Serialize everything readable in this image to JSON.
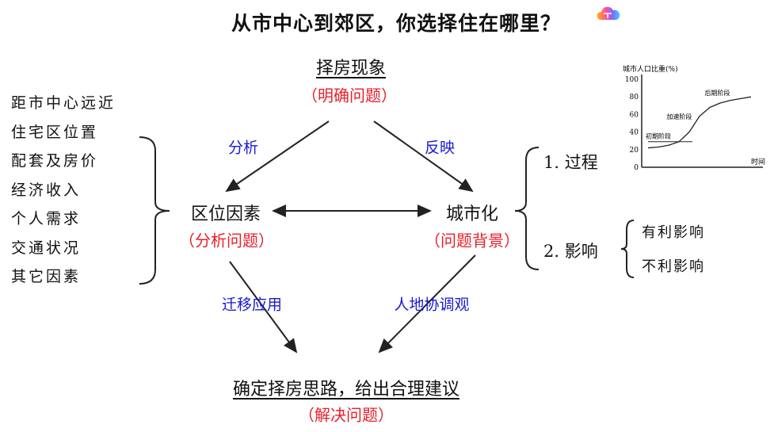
{
  "title": "从市中心到郊区，你选择住在哪里？",
  "top_node": {
    "label": "择房现象",
    "sub": "（明确问题）"
  },
  "left_node": {
    "label": "区位因素",
    "sub": "（分析问题）"
  },
  "right_node": {
    "label": "城市化",
    "sub": "（问题背景）"
  },
  "bottom_node": {
    "label": "确定择房思路，给出合理建议",
    "sub": "（解决问题）"
  },
  "edges": {
    "analyze": "分析",
    "reflect": "反映",
    "transfer": "迁移应用",
    "harmony": "人地协调观"
  },
  "factors": [
    "距市中心远近",
    "住宅区位置",
    "配套及房价",
    "经济收入",
    "个人需求",
    "交通状况",
    "其它因素"
  ],
  "urbanization": {
    "process": "1. 过程",
    "impact": "2. 影响",
    "impacts": [
      "有利影响",
      "不利影响"
    ]
  },
  "colors": {
    "red": "#e8202a",
    "blue": "#1a1ad0"
  },
  "chart_data": {
    "type": "line",
    "title": "城市人口比重(%)",
    "xlabel": "时间",
    "ylabel": "城市人口比重(%)",
    "ylim": [
      0,
      100
    ],
    "yticks": [
      "0",
      "20",
      "40",
      "60",
      "80",
      "100"
    ],
    "x": [
      0,
      1,
      2,
      3,
      4,
      5,
      6,
      7,
      8,
      9,
      10
    ],
    "values": [
      22,
      23,
      25,
      29,
      40,
      58,
      68,
      73,
      76,
      78,
      80
    ],
    "annotations": [
      "初期阶段",
      "加速阶段",
      "后期阶段"
    ]
  }
}
